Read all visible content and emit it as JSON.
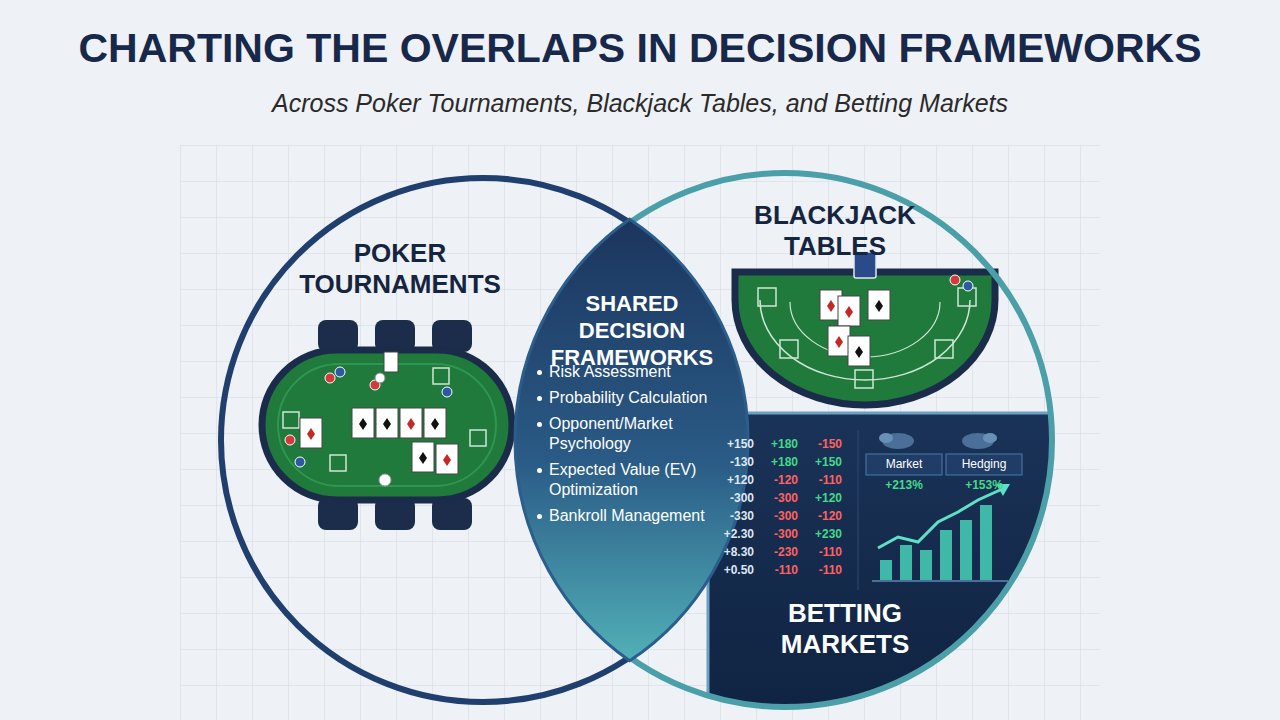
{
  "diagram": {
    "title": "CHARTING THE OVERLAPS IN DECISION FRAMEWORKS",
    "caption": "Across Poker Tournaments, Blackjack Tables, and Betting Markets",
    "nodes": [
      {
        "text": [
          "POKER TOURNAMENTS"
        ]
      },
      {
        "text": [
          "SHARED DECISION FRAMEWORKS",
          "Risk Assessment",
          "Probability Calculation",
          "Opponent/Market Psychology",
          "Expected Value (EV) Optimization",
          "Bankroll Management"
        ]
      },
      {
        "text": [
          "BLACKJACK TABLES"
        ]
      },
      {
        "text": [
          "BETTING MARKETS"
        ],
        "in": 2
      }
    ],
    "labels": [
      "+150",
      "+180",
      "-150",
      "-130",
      "+180",
      "+150",
      "+120",
      "-120",
      "-110",
      "-300",
      "-300",
      "+120",
      "-330",
      "-300",
      "-120",
      "+2.30",
      "-300",
      "+230",
      "+8.30",
      "-230",
      "-110",
      "+0.50",
      "-110",
      "-110",
      "Market",
      "Hedging",
      "+213%",
      "+153%"
    ]
  }
}
